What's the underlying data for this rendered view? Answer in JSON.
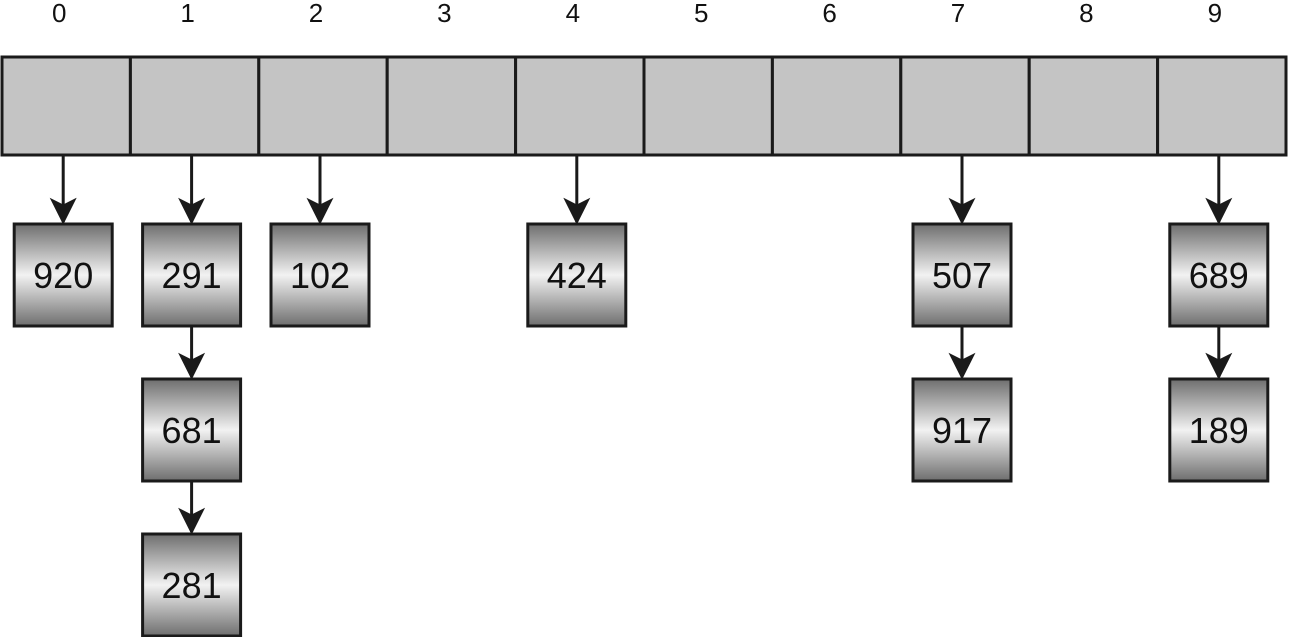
{
  "buckets": [
    {
      "index": "0",
      "chain": [
        "920"
      ]
    },
    {
      "index": "1",
      "chain": [
        "291",
        "681",
        "281"
      ]
    },
    {
      "index": "2",
      "chain": [
        "102"
      ]
    },
    {
      "index": "3",
      "chain": []
    },
    {
      "index": "4",
      "chain": [
        "424"
      ]
    },
    {
      "index": "5",
      "chain": []
    },
    {
      "index": "6",
      "chain": []
    },
    {
      "index": "7",
      "chain": [
        "507",
        "917"
      ]
    },
    {
      "index": "8",
      "chain": []
    },
    {
      "index": "9",
      "chain": [
        "689",
        "189"
      ]
    }
  ],
  "colors": {
    "bucket_fill": "#c4c4c4",
    "stroke": "#1a1a1a",
    "node_gradient": [
      "#6e6e6e",
      "#f2f2f2",
      "#6e6e6e"
    ]
  }
}
